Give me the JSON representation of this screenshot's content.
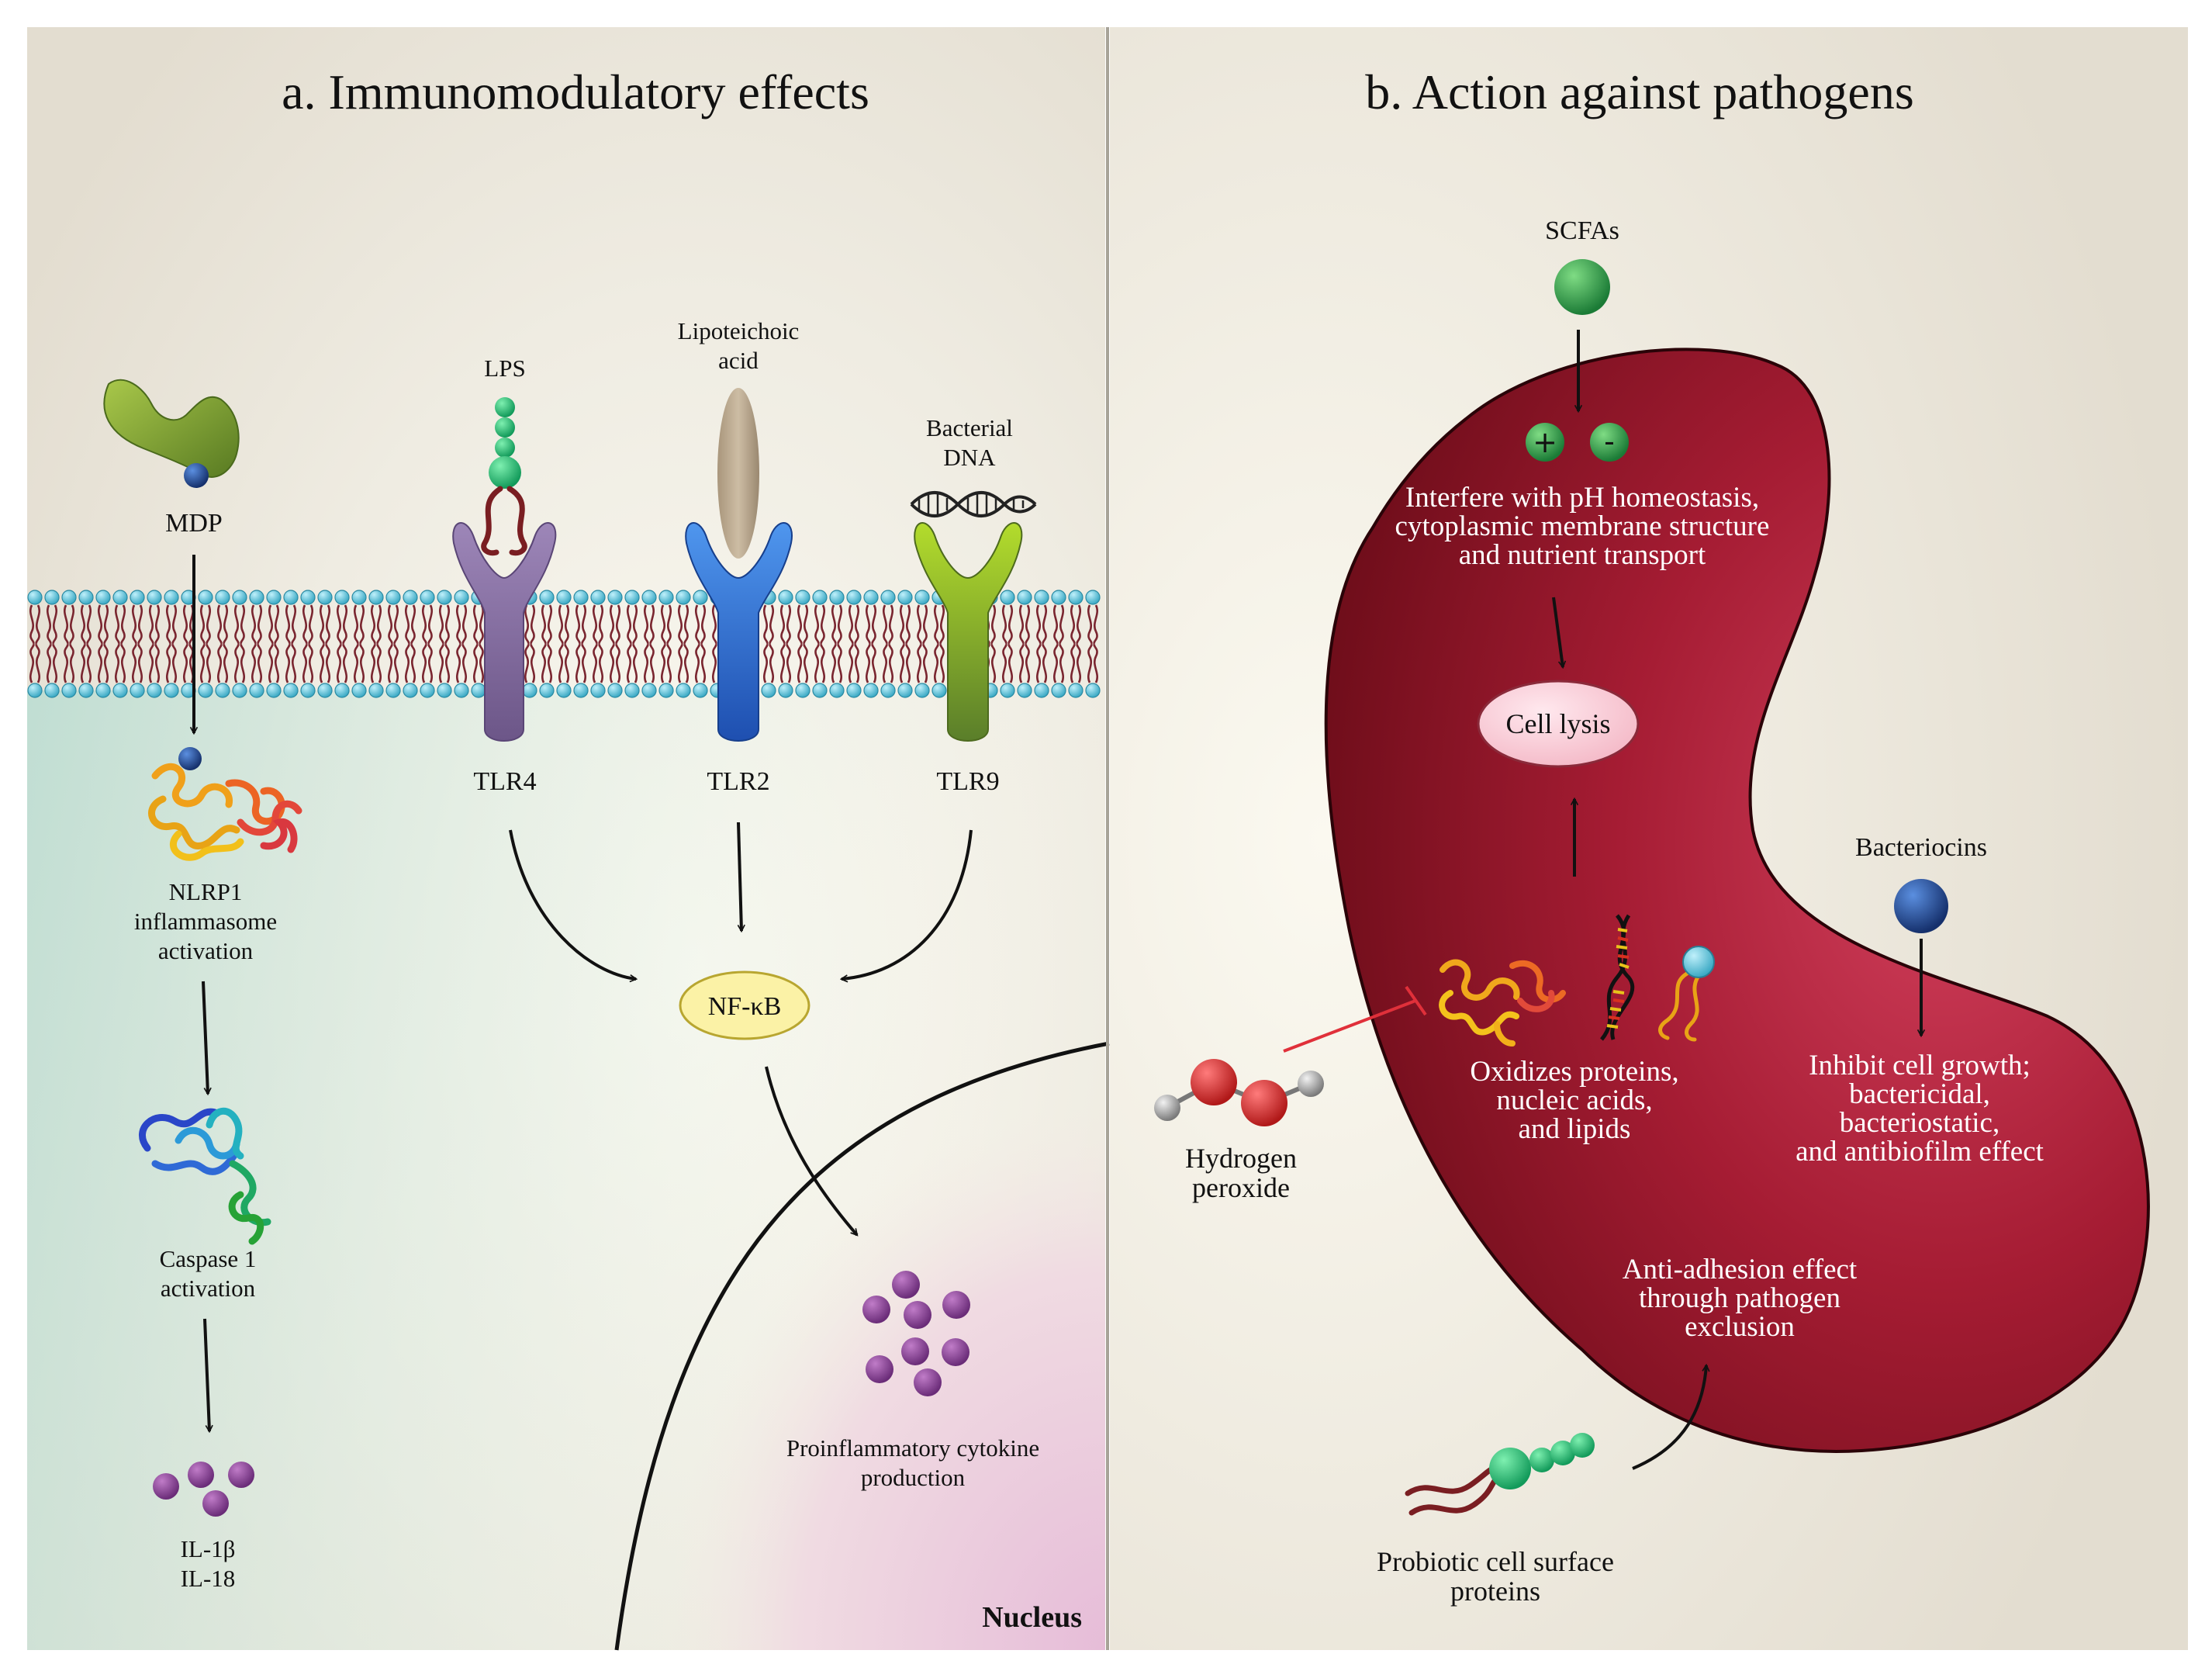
{
  "panel_a": {
    "title": "a. Immunomodulatory effects",
    "mdp": "MDP",
    "lps": "LPS",
    "lipoteichoic": [
      "Lipoteichoic",
      "acid"
    ],
    "bacterial_dna": [
      "Bacterial",
      "DNA"
    ],
    "tlr4": "TLR4",
    "tlr2": "TLR2",
    "tlr9": "TLR9",
    "nlrp1": [
      "NLRP1",
      "inflammasome",
      "activation"
    ],
    "caspase": [
      "Caspase 1",
      "activation"
    ],
    "il": [
      "IL-1β",
      "IL-18"
    ],
    "nfkb": "NF-κB",
    "cytokine": [
      "Proinflammatory cytokine",
      "production"
    ],
    "nucleus": "Nucleus"
  },
  "panel_b": {
    "title": "b. Action against pathogens",
    "scfas": "SCFAs",
    "plus": "+",
    "minus": "-",
    "interfere": [
      "Interfere with pH homeostasis,",
      "cytoplasmic membrane structure",
      "and nutrient transport"
    ],
    "cell_lysis": "Cell lysis",
    "bacteriocins": "Bacteriocins",
    "inhibit": [
      "Inhibit cell growth;",
      "bactericidal,",
      "bacteriostatic,",
      "and antibiofilm effect"
    ],
    "oxidizes": [
      "Oxidizes proteins,",
      "nucleic acids,",
      "and lipids"
    ],
    "hydrogen": [
      "Hydrogen",
      "peroxide"
    ],
    "antiadhesion": [
      "Anti-adhesion effect",
      "through pathogen",
      "exclusion"
    ],
    "probiotic": [
      "Probiotic cell surface",
      "proteins"
    ]
  },
  "colors": {
    "bacterium": "#8b1424",
    "membrane_head": "#5bc3d8",
    "membrane_tail": "#7a2630",
    "tlr4": "#8e76a8",
    "tlr2": "#3f7fd8",
    "tlr9": "#7fae2c",
    "nfkb_fill": "#fbf2a6",
    "cytokine": "#8e4a96",
    "inhibit_line": "#e0303a"
  }
}
